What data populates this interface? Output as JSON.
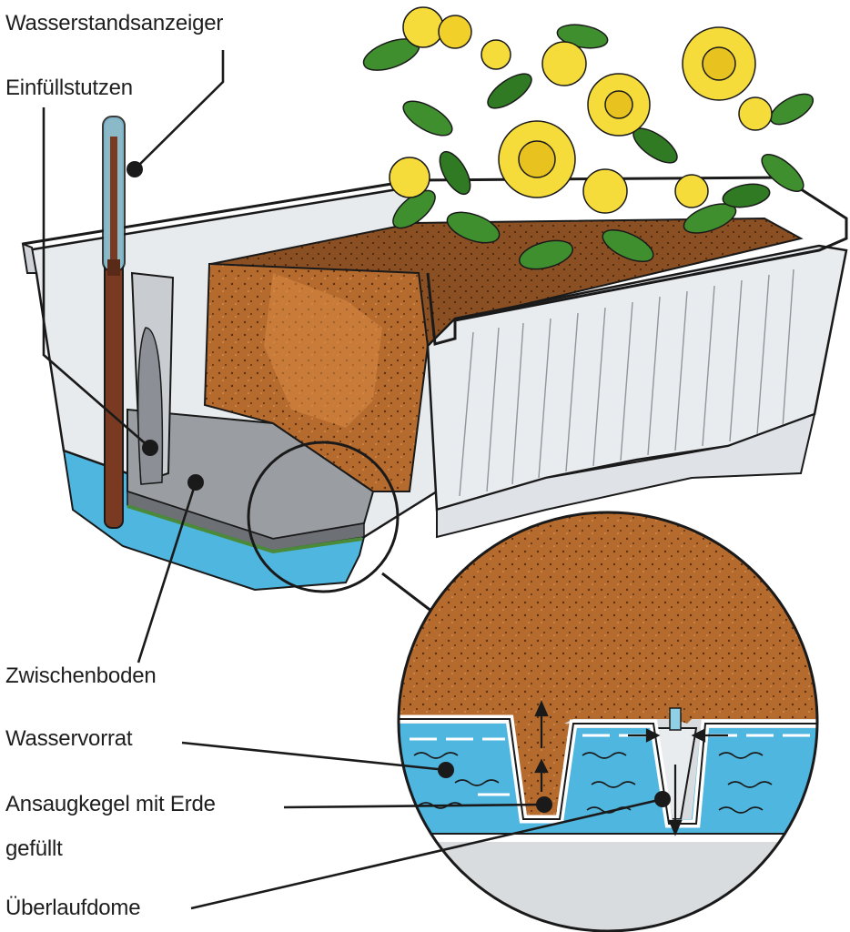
{
  "labels": {
    "water_level_indicator": "Wasserstandsanzeiger",
    "fill_nozzle": "Einfüllstutzen",
    "false_bottom": "Zwischenboden",
    "water_reservoir": "Wasservorrat",
    "suction_cone_line1": "Ansaugkegel mit Erde",
    "suction_cone_line2": "gefüllt",
    "overflow_dome": "Überlaufdome"
  },
  "colors": {
    "water": "#4fb6e0",
    "soil": "#b56a2e",
    "soil_dark": "#7a4320",
    "leaf": "#3f8f2e",
    "flower": "#f5dc3a",
    "planter": "#e9ecef",
    "outline": "#1a1a1a"
  }
}
